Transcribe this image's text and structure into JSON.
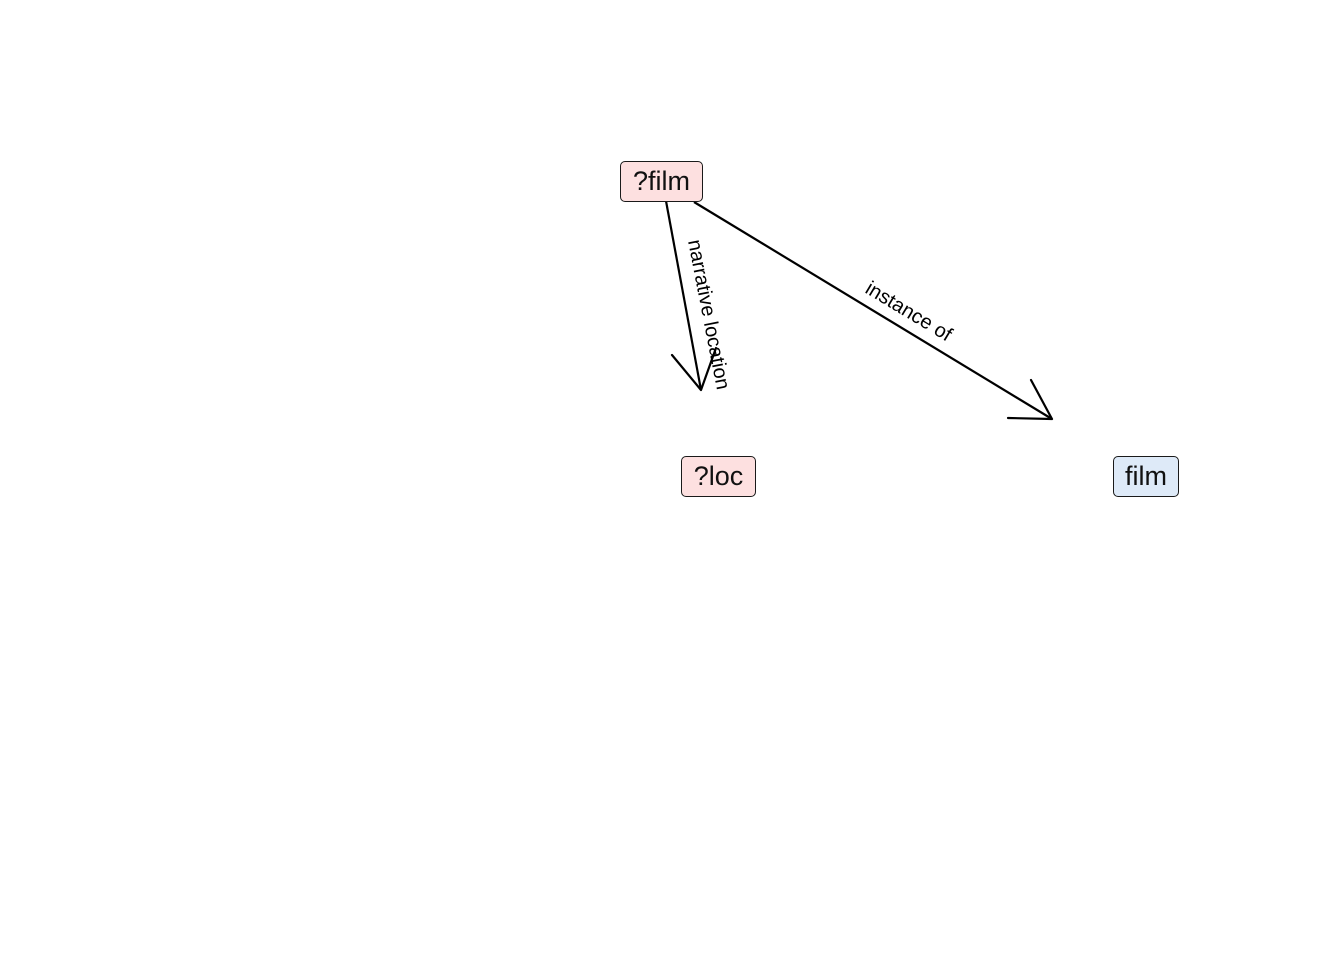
{
  "nodes": {
    "film_var": {
      "label": "?film",
      "color": "#fde0e0"
    },
    "loc_var": {
      "label": "?loc",
      "color": "#fde0e0"
    },
    "film_entity": {
      "label": "film",
      "color": "#deeaf8"
    }
  },
  "edges": {
    "narrative_location": {
      "label": "narrative location"
    },
    "instance_of": {
      "label": "instance of"
    }
  }
}
